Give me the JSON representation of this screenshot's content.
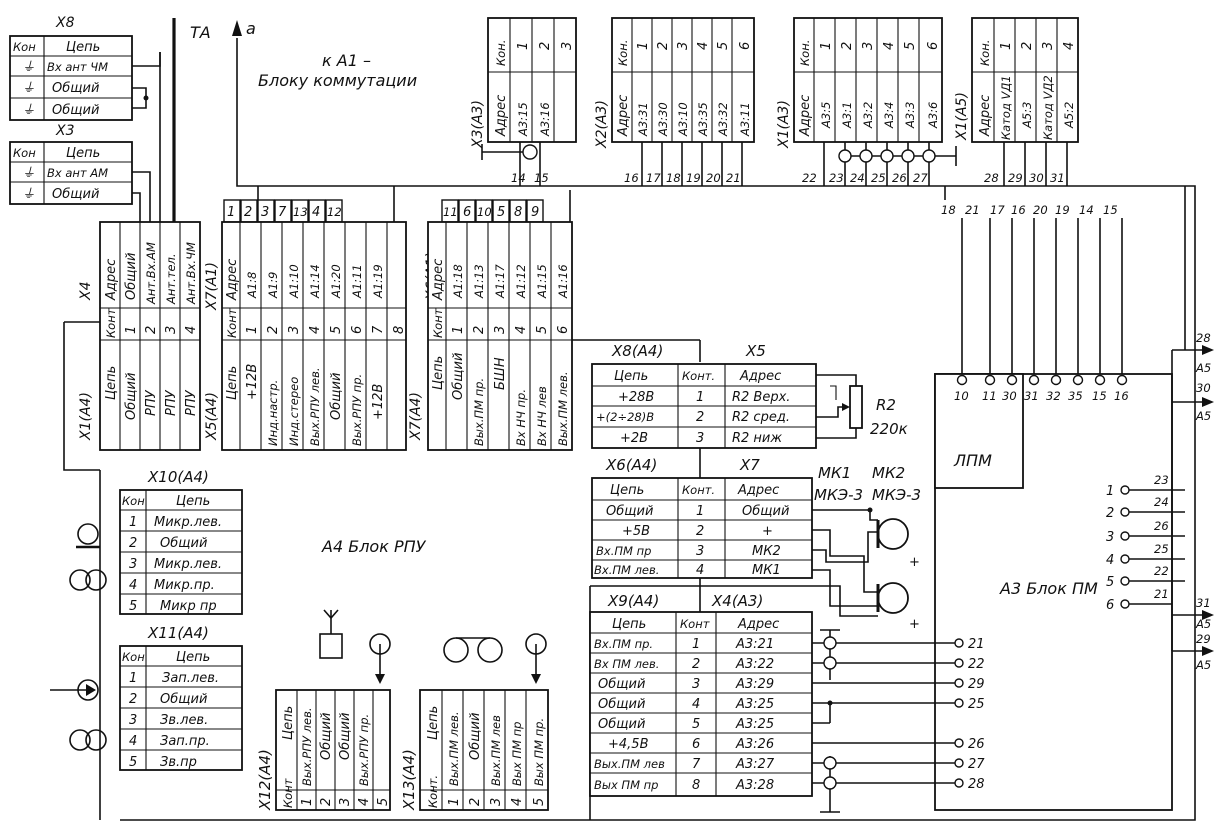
{
  "labels": {
    "ta": "ТА",
    "a": "а",
    "to_a1": "к А1 –",
    "to_a1_2": "Блоку коммутации",
    "a4_block": "А4 Блок РПУ",
    "a3_block": "А3 Блок ПМ",
    "lpm": "ЛПМ",
    "r2": "R2",
    "r2_val": "220к",
    "mk1": "МК1",
    "mk2": "МК2",
    "mke1": "МКЭ-3",
    "mke2": "МКЭ-3",
    "out28": "28",
    "out28_a5": "А5",
    "out30": "30",
    "out30_a5": "А5",
    "out31": "31",
    "out31_a5": "А5",
    "out29": "29",
    "out29_a5": "А5"
  },
  "x8": {
    "title": "Х8",
    "head": [
      "Кон",
      "Цепь"
    ],
    "rows": [
      [
        "⏚",
        "Вх ант ЧМ"
      ],
      [
        "⏚",
        "Общий"
      ],
      [
        "⏚",
        "Общий"
      ]
    ]
  },
  "x3": {
    "title": "Х3",
    "head": [
      "Кон",
      "Цепь"
    ],
    "rows": [
      [
        "⏚",
        "Вх ант АМ"
      ],
      [
        "⏚",
        "Общий"
      ]
    ]
  },
  "x4": {
    "title": "Х4",
    "head": [
      "Адрес",
      "Конт"
    ],
    "rows": [
      [
        "Общий",
        "1"
      ],
      [
        "Ант.Вх.АМ",
        "2"
      ],
      [
        "Ант.тел.",
        "3"
      ],
      [
        "Ант.Вх.ЧМ",
        "4"
      ]
    ]
  },
  "x1a4": {
    "title": "Х1(А4)",
    "head": [
      "Цепь"
    ],
    "rows": [
      [
        "Общий"
      ],
      [
        "РПУ"
      ],
      [
        "РПУ"
      ],
      [
        "РПУ"
      ]
    ]
  },
  "x7a1": {
    "title": "Х7(А1)",
    "head": [
      "Адрес",
      "Конт"
    ],
    "rows": [
      [
        "А1:8",
        "1"
      ],
      [
        "А1:9",
        "2"
      ],
      [
        "А1:10",
        "3"
      ],
      [
        "А1:14",
        "4"
      ],
      [
        "А1:20",
        "5"
      ],
      [
        "А1:11",
        "6"
      ],
      [
        "А1:19",
        "7"
      ],
      [
        "",
        "8"
      ]
    ]
  },
  "x5a4": {
    "title": "Х5(А4)",
    "head": [
      "Цепь"
    ],
    "rows": [
      [
        "+12В"
      ],
      [
        "Инд.настр."
      ],
      [
        "Инд.стерео"
      ],
      [
        "Вых.РПУ лев."
      ],
      [
        "Общий"
      ],
      [
        "Вых.РПУ пр."
      ],
      [
        "+12В"
      ],
      [
        ""
      ]
    ]
  },
  "x7top_pins": [
    "1",
    "2",
    "3",
    "7",
    "13",
    "4",
    "12"
  ],
  "x6a1": {
    "title": "Х6(А1)",
    "head": [
      "Адрес",
      "Конт"
    ],
    "rows": [
      [
        "А1:18",
        "1"
      ],
      [
        "А1:13",
        "2"
      ],
      [
        "А1:17",
        "3"
      ],
      [
        "А1:12",
        "4"
      ],
      [
        "А1:15",
        "5"
      ],
      [
        "А1:16",
        "6"
      ]
    ]
  },
  "x7a4": {
    "title": "Х7(А4)",
    "head": [
      "Цепь"
    ],
    "rows": [
      [
        "Общий"
      ],
      [
        "Вых.ПМ пр."
      ],
      [
        "БШН"
      ],
      [
        "Вх НЧ пр."
      ],
      [
        "Вх НЧ лев"
      ],
      [
        "Вых.ПМ лев."
      ]
    ]
  },
  "x6top_pins": [
    "11",
    "6",
    "10",
    "5",
    "8",
    "9"
  ],
  "x3a3": {
    "title": "Х3(А3)",
    "head": [
      "Кон.",
      "Адрес"
    ],
    "rows": [
      [
        "1",
        "А3:15"
      ],
      [
        "2",
        "А3:16"
      ],
      [
        "3",
        ""
      ]
    ]
  },
  "x3a3_pins": [
    "14",
    "15"
  ],
  "x2a3": {
    "title": "Х2(А3)",
    "head": [
      "Кон.",
      "Адрес"
    ],
    "rows": [
      [
        "1",
        "А3:31"
      ],
      [
        "2",
        "А3:30"
      ],
      [
        "3",
        "А3:10"
      ],
      [
        "4",
        "А3:35"
      ],
      [
        "5",
        "А3:32"
      ],
      [
        "6",
        "А3:11"
      ]
    ]
  },
  "x2a3_pins": [
    "16",
    "17",
    "18",
    "19",
    "20",
    "21"
  ],
  "x1a3": {
    "title": "Х1(А3)",
    "head": [
      "Кон.",
      "Адрес"
    ],
    "rows": [
      [
        "1",
        "А3:5"
      ],
      [
        "2",
        "А3:1"
      ],
      [
        "3",
        "А3:2"
      ],
      [
        "4",
        "А3:4"
      ],
      [
        "5",
        "А3:3"
      ],
      [
        "6",
        "А3:6"
      ]
    ]
  },
  "x1a3_pins": [
    "22",
    "23",
    "24",
    "25",
    "26",
    "27"
  ],
  "x1a5": {
    "title": "Х1(А5)",
    "head": [
      "Кон.",
      "Адрес"
    ],
    "rows": [
      [
        "1",
        "Катод VД1"
      ],
      [
        "2",
        "А5:3"
      ],
      [
        "3",
        "Катод VД2"
      ],
      [
        "4",
        "А5:2"
      ]
    ]
  },
  "x1a5_pins": [
    "28",
    "29",
    "30",
    "31"
  ],
  "bus_pins": [
    "18",
    "21",
    "17",
    "16",
    "20",
    "19",
    "14",
    "15"
  ],
  "x8a4": {
    "title": "Х8(А4)",
    "title2": "Х5",
    "head": [
      "Цепь",
      "Конт.",
      "Адрес"
    ],
    "rows": [
      [
        "+28В",
        "1",
        "R2 Верх."
      ],
      [
        "+(2÷28)В",
        "2",
        "R2 сред."
      ],
      [
        "+2В",
        "3",
        "R2 ниж"
      ]
    ]
  },
  "x6a4": {
    "title": "Х6(А4)",
    "title2": "Х7",
    "head": [
      "Цепь",
      "Конт.",
      "Адрес"
    ],
    "rows": [
      [
        "Общий",
        "1",
        "Общий"
      ],
      [
        "+5В",
        "2",
        "+"
      ],
      [
        "Вх.ПМ пр",
        "3",
        "МК2"
      ],
      [
        "Вх.ПМ лев.",
        "4",
        "МК1"
      ]
    ]
  },
  "x9a4": {
    "title": "Х9(А4)",
    "title2": "Х4(А3)",
    "head": [
      "Цепь",
      "Конт",
      "Адрес"
    ],
    "rows": [
      [
        "Вх.ПМ пр.",
        "1",
        "А3:21"
      ],
      [
        "Вх ПМ лев.",
        "2",
        "А3:22"
      ],
      [
        "Общий",
        "3",
        "А3:29"
      ],
      [
        "Общий",
        "4",
        "А3:25"
      ],
      [
        "Общий",
        "5",
        "А3:25"
      ],
      [
        "+4,5В",
        "6",
        "А3:26"
      ],
      [
        "Вых.ПМ лев",
        "7",
        "А3:27"
      ],
      [
        "Вых ПМ пр",
        "8",
        "А3:28"
      ]
    ]
  },
  "x9_pins": [
    "21",
    "22",
    "29",
    "25",
    "26",
    "27",
    "28"
  ],
  "x10a4": {
    "title": "Х10(А4)",
    "head": [
      "Кон",
      "Цепь"
    ],
    "rows": [
      [
        "1",
        "Микр.лев."
      ],
      [
        "2",
        "Общий"
      ],
      [
        "3",
        "Микр.лев."
      ],
      [
        "4",
        "Микр.пр."
      ],
      [
        "5",
        "Микр пр"
      ]
    ]
  },
  "x11a4": {
    "title": "Х11(А4)",
    "head": [
      "Кон",
      "Цепь"
    ],
    "rows": [
      [
        "1",
        "Зап.лев."
      ],
      [
        "2",
        "Общий"
      ],
      [
        "3",
        "Зв.лев."
      ],
      [
        "4",
        "Зап.пр."
      ],
      [
        "5",
        "Зв.пр"
      ]
    ]
  },
  "x12a4": {
    "title": "Х12(А4)",
    "head": [
      "Конт",
      "Цепь"
    ],
    "rows": [
      [
        "1",
        "Вых.РПУ лев."
      ],
      [
        "2",
        "Общий"
      ],
      [
        "3",
        "Общий"
      ],
      [
        "4",
        "Вых.РПУ пр."
      ],
      [
        "5",
        ""
      ]
    ]
  },
  "x13a4": {
    "title": "Х13(А4)",
    "head": [
      "Конт.",
      "Цепь"
    ],
    "rows": [
      [
        "1",
        "Вых.ПМ лев."
      ],
      [
        "2",
        "Общий"
      ],
      [
        "3",
        "Вых.ПМ лев"
      ],
      [
        "4",
        "Вых ПМ пр"
      ],
      [
        "5",
        "Вых ПМ пр."
      ]
    ]
  },
  "lpm_pins": [
    "10",
    "11",
    "30",
    "31",
    "32",
    "35",
    "15",
    "16"
  ],
  "a3_side_pins": [
    [
      "1",
      "23"
    ],
    [
      "2",
      "24"
    ],
    [
      "3",
      "26"
    ],
    [
      "4",
      "25"
    ],
    [
      "5",
      "22"
    ],
    [
      "6",
      "21"
    ]
  ]
}
